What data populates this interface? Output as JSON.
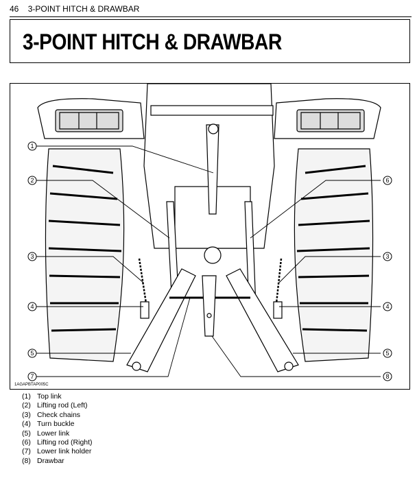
{
  "header": {
    "page_number": "46",
    "section": "3-POINT HITCH & DRAWBAR"
  },
  "title": "3-POINT HITCH & DRAWBAR",
  "figure": {
    "code": "1AGAPBTAP005C",
    "callouts": [
      "1",
      "2",
      "3",
      "4",
      "5",
      "6",
      "7",
      "8"
    ]
  },
  "legend": [
    {
      "num": "(1)",
      "label": "Top link"
    },
    {
      "num": "(2)",
      "label": "Lifting rod (Left)"
    },
    {
      "num": "(3)",
      "label": "Check chains"
    },
    {
      "num": "(4)",
      "label": "Turn buckle"
    },
    {
      "num": "(5)",
      "label": "Lower link"
    },
    {
      "num": "(6)",
      "label": "Lifting rod (Right)"
    },
    {
      "num": "(7)",
      "label": "Lower link holder"
    },
    {
      "num": "(8)",
      "label": "Drawbar"
    }
  ]
}
